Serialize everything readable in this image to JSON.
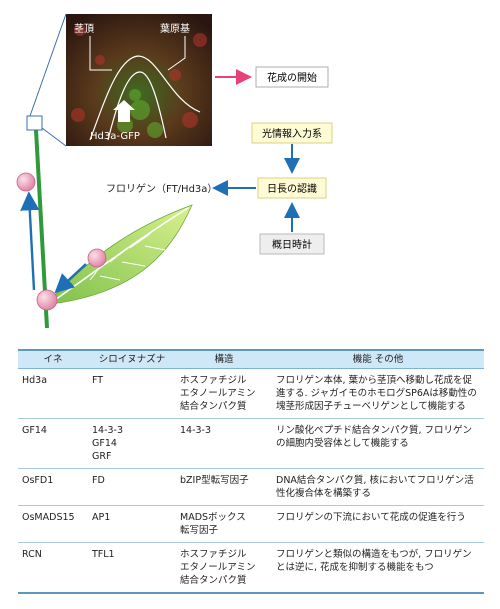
{
  "micrograph": {
    "label_stem_tip": "茎頂",
    "label_leaf_primordium": "葉原基",
    "label_gfp": "Hd3a-GFP"
  },
  "boxes": {
    "flowering": "花成の開始",
    "photoreception": "光情報入力系",
    "day_length": "日長の認識",
    "circadian": "概日時計"
  },
  "florigen_label": "フロリゲン（FT/Hd3a）",
  "colors": {
    "pink_arrow": "#e8407a",
    "blue_arrow": "#1f6fb6",
    "stem_green": "#2e9a3a",
    "node_pink": "#ef9ab5",
    "leaf_green": "#a9d96a"
  },
  "table": {
    "headers": [
      "イネ",
      "シロイヌナズナ",
      "構造",
      "機能 その他"
    ],
    "rows": [
      [
        "Hd3a",
        "FT",
        "ホスファチジル\nエタノールアミン\n結合タンパク質",
        "フロリゲン本体, 葉から茎頂へ移動し花成を促進する. ジャガイモのホモログSP6Aは移動性の塊茎形成因子チューベリゲンとして機能する"
      ],
      [
        "GF14",
        "14-3-3\nGF14\nGRF",
        "14-3-3",
        "リン酸化ペプチド結合タンパク質, フロリゲンの細胞内受容体として機能する"
      ],
      [
        "OsFD1",
        "FD",
        "bZIP型転写因子",
        "DNA結合タンパク質, 核においてフロリゲン活性化複合体を構築する"
      ],
      [
        "OsMADS15",
        "AP1",
        "MADSボックス\n転写因子",
        "フロリゲンの下流において花成の促進を行う"
      ],
      [
        "RCN",
        "TFL1",
        "ホスファチジル\nエタノールアミン\n結合タンパク質",
        "フロリゲンと類似の構造をもつが, フロリゲンとは逆に, 花成を抑制する機能をもつ"
      ]
    ]
  }
}
